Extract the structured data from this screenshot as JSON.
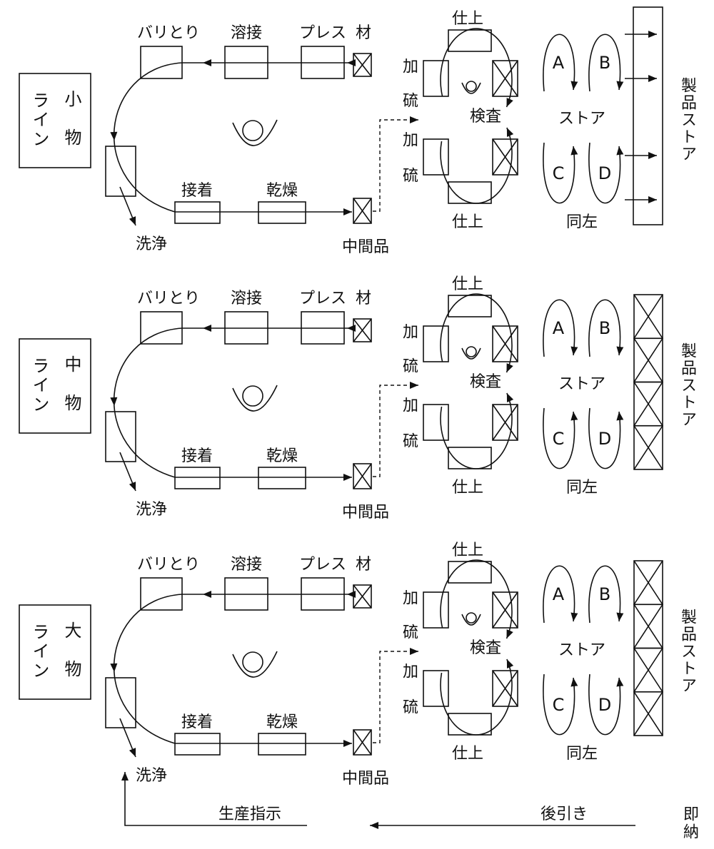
{
  "panels": [
    {
      "line": "ライン",
      "size": "小物",
      "deburr": "バリとり",
      "welding": "溶接",
      "press": "プレス",
      "material": "材",
      "washing": "洗浄",
      "bonding": "接着",
      "drying": "乾燥",
      "intermediate": "中間品",
      "finish_top": "仕上",
      "vulcanize_upper": "加硫",
      "inspection": "検査",
      "vulcanize_lower": "加硫",
      "finish_bottom": "仕上",
      "store_a": "A",
      "store_b": "B",
      "store_label": "ストア",
      "store_c": "C",
      "store_d": "D",
      "same_as_left": "同左",
      "product_store": "製品ストア"
    },
    {
      "line": "ライン",
      "size": "中物",
      "deburr": "バリとり",
      "welding": "溶接",
      "press": "プレス",
      "material": "材",
      "washing": "洗浄",
      "bonding": "接着",
      "drying": "乾燥",
      "intermediate": "中間品",
      "finish_top": "仕上",
      "vulcanize_upper": "加硫",
      "inspection": "検査",
      "vulcanize_lower": "加硫",
      "finish_bottom": "仕上",
      "store_a": "A",
      "store_b": "B",
      "store_label": "ストア",
      "store_c": "C",
      "store_d": "D",
      "same_as_left": "同左",
      "product_store": "製品ストア"
    },
    {
      "line": "ライン",
      "size": "大物",
      "deburr": "バリとり",
      "welding": "溶接",
      "press": "プレス",
      "material": "材",
      "washing": "洗浄",
      "bonding": "接着",
      "drying": "乾燥",
      "intermediate": "中間品",
      "finish_top": "仕上",
      "vulcanize_upper": "加硫",
      "inspection": "検査",
      "vulcanize_lower": "加硫",
      "finish_bottom": "仕上",
      "store_a": "A",
      "store_b": "B",
      "store_label": "ストア",
      "store_c": "C",
      "store_d": "D",
      "same_as_left": "同左",
      "product_store": "製品ストア"
    }
  ],
  "bottom_flow": {
    "production_instruction": "生産指示",
    "pull": "後引き",
    "immediate_delivery": "即納"
  }
}
